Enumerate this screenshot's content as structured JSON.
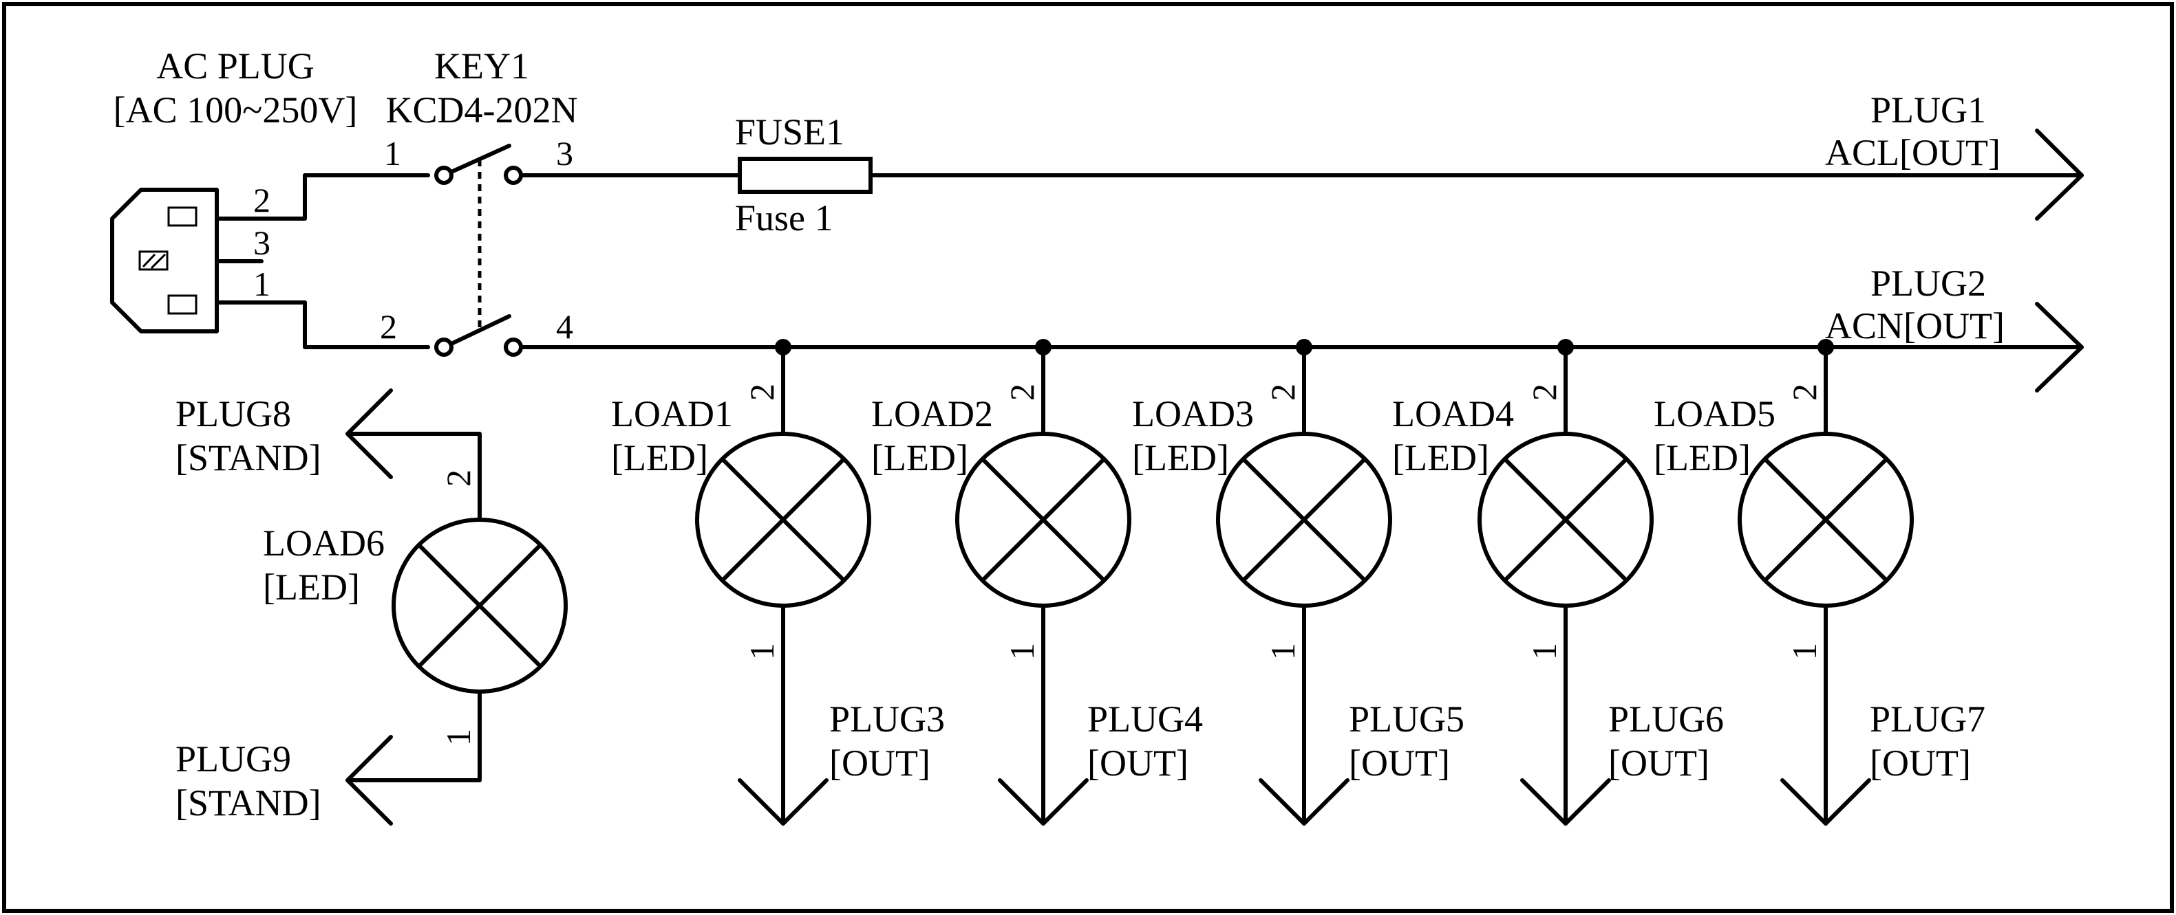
{
  "ac_plug": {
    "title": "AC PLUG",
    "rating": "[AC 100~250V]",
    "pins": [
      "2",
      "3",
      "1"
    ]
  },
  "key1": {
    "name": "KEY1",
    "part": "KCD4-202N",
    "pins": {
      "p1": "1",
      "p2": "2",
      "p3": "3",
      "p4": "4"
    }
  },
  "fuse1": {
    "name": "FUSE1",
    "value": "Fuse 1"
  },
  "outputs": {
    "plug1": {
      "name": "PLUG1",
      "label": "ACL[OUT]"
    },
    "plug2": {
      "name": "PLUG2",
      "label": "ACN[OUT]"
    }
  },
  "loads": [
    {
      "name": "LOAD1",
      "type": "[LED]",
      "pin_top": "2",
      "pin_bottom": "1",
      "plug": "PLUG3",
      "plug_label": "[OUT]"
    },
    {
      "name": "LOAD2",
      "type": "[LED]",
      "pin_top": "2",
      "pin_bottom": "1",
      "plug": "PLUG4",
      "plug_label": "[OUT]"
    },
    {
      "name": "LOAD3",
      "type": "[LED]",
      "pin_top": "2",
      "pin_bottom": "1",
      "plug": "PLUG5",
      "plug_label": "[OUT]"
    },
    {
      "name": "LOAD4",
      "type": "[LED]",
      "pin_top": "2",
      "pin_bottom": "1",
      "plug": "PLUG6",
      "plug_label": "[OUT]"
    },
    {
      "name": "LOAD5",
      "type": "[LED]",
      "pin_top": "2",
      "pin_bottom": "1",
      "plug": "PLUG7",
      "plug_label": "[OUT]"
    }
  ],
  "load6": {
    "name": "LOAD6",
    "type": "[LED]",
    "pin_top": "2",
    "pin_bottom": "1",
    "plug_top": {
      "name": "PLUG8",
      "label": "[STAND]"
    },
    "plug_bottom": {
      "name": "PLUG9",
      "label": "[STAND]"
    }
  }
}
